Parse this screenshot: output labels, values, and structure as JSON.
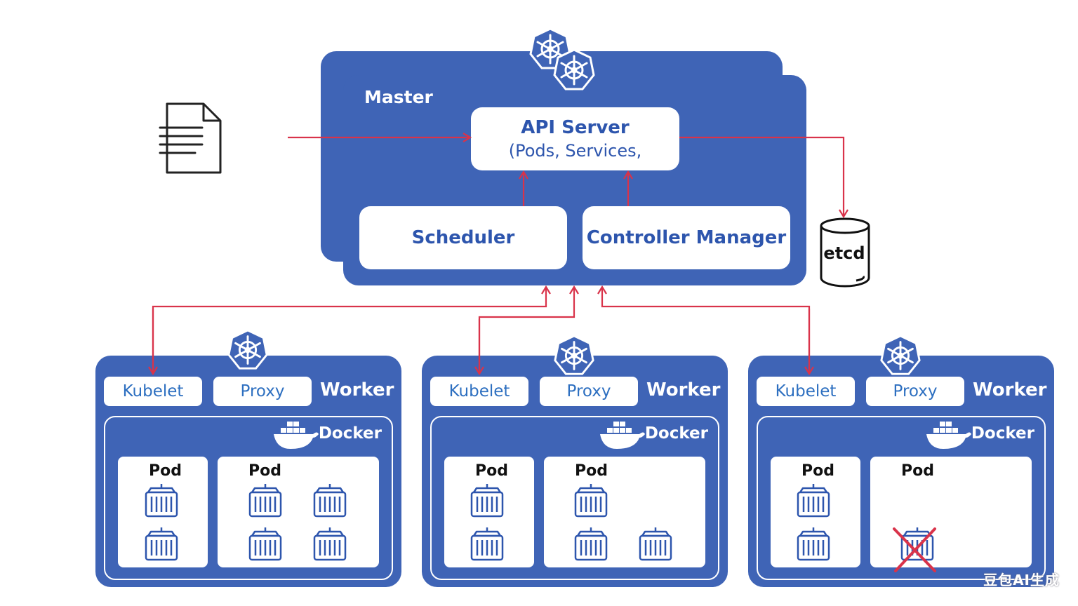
{
  "master": {
    "label": "Master",
    "api_server_title": "API Server",
    "api_server_subtitle": "(Pods, Services,",
    "scheduler": "Scheduler",
    "controller_manager": "Controller Manager"
  },
  "etcd": {
    "label": "etcd"
  },
  "workers": [
    {
      "label": "Worker",
      "kubelet": "Kubelet",
      "proxy": "Proxy",
      "runtime": "Docker",
      "pods": [
        {
          "label": "Pod",
          "containers": 2
        },
        {
          "label": "Pod",
          "containers": 4
        }
      ]
    },
    {
      "label": "Worker",
      "kubelet": "Kubelet",
      "proxy": "Proxy",
      "runtime": "Docker",
      "pods": [
        {
          "label": "Pod",
          "containers": 2
        },
        {
          "label": "Pod",
          "containers": 3
        }
      ]
    },
    {
      "label": "Worker",
      "kubelet": "Kubelet",
      "proxy": "Proxy",
      "runtime": "Docker",
      "pods": [
        {
          "label": "Pod",
          "containers": 2
        },
        {
          "label": "Pod",
          "containers": 1,
          "failed": true
        }
      ]
    }
  ],
  "watermark": "豆包AI生成",
  "colors": {
    "panel": "#3f64b6",
    "arrow": "#d9334a",
    "text_blue": "#2d55ad"
  },
  "icons": [
    "document-icon",
    "kubernetes-helm-icon",
    "docker-whale-icon",
    "container-icon",
    "database-icon"
  ]
}
